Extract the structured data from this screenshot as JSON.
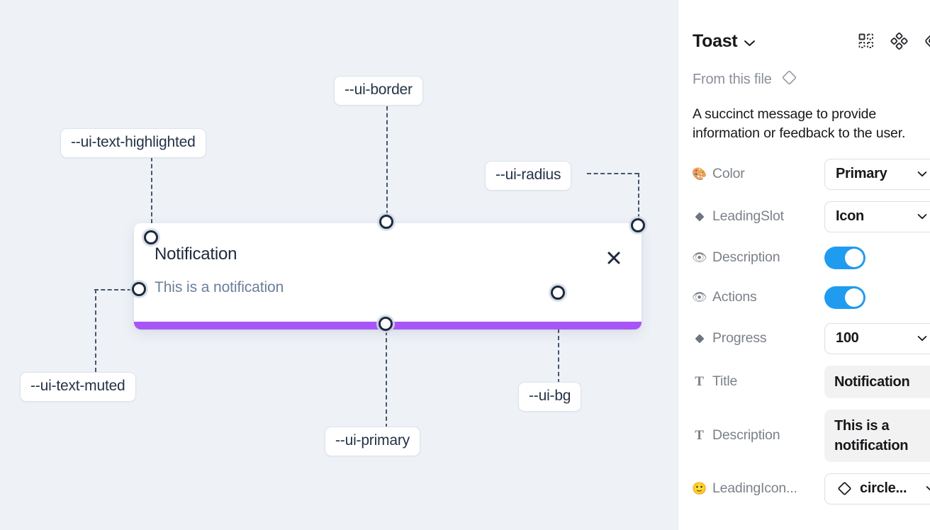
{
  "canvas": {
    "background_color": "#eef2f7",
    "toast": {
      "title": "Notification",
      "description": "This is a notification",
      "close_icon": "close-icon",
      "progress_color": "#a855f7",
      "background_color": "#ffffff"
    },
    "tokens": [
      {
        "id": "text-highlighted",
        "label": "--ui-text-highlighted"
      },
      {
        "id": "border",
        "label": "--ui-border"
      },
      {
        "id": "radius",
        "label": "--ui-radius"
      },
      {
        "id": "text-muted",
        "label": "--ui-text-muted"
      },
      {
        "id": "primary",
        "label": "--ui-primary"
      },
      {
        "id": "bg",
        "label": "--ui-bg"
      }
    ]
  },
  "panel": {
    "title": "Toast",
    "title_chevron_icon": "chevron-down-icon",
    "header_icons": [
      {
        "name": "component-grid-icon"
      },
      {
        "name": "variants-diamond-icon"
      },
      {
        "name": "reset-overrides-icon"
      }
    ],
    "from_this_file": {
      "label": "From this file",
      "icon": "diamond-icon"
    },
    "description": "A succinct message to provide information or feedback to the user.",
    "properties": [
      {
        "id": "color",
        "label": "Color",
        "icon": "palette-emoji",
        "icon_glyph": "🎨",
        "control": "select",
        "value": "Primary"
      },
      {
        "id": "leading-slot",
        "label": "LeadingSlot",
        "icon": "filled-diamond-icon",
        "control": "select",
        "value": "Icon"
      },
      {
        "id": "description",
        "label": "Description",
        "icon": "eye-emoji",
        "icon_glyph": "👁",
        "control": "toggle",
        "value": "on"
      },
      {
        "id": "actions",
        "label": "Actions",
        "icon": "eye-emoji",
        "icon_glyph": "👁",
        "control": "toggle",
        "value": "on"
      },
      {
        "id": "progress",
        "label": "Progress",
        "icon": "filled-diamond-icon",
        "control": "select",
        "value": "100"
      },
      {
        "id": "title",
        "label": "Title",
        "icon": "text-t-icon",
        "icon_glyph": "T",
        "control": "text",
        "value": "Notification"
      },
      {
        "id": "description-text",
        "label": "Description",
        "icon": "text-t-icon",
        "icon_glyph": "T",
        "control": "text",
        "value": "This is a notification"
      },
      {
        "id": "leading-icon",
        "label": "LeadingIcon...",
        "icon": "smiley-emoji",
        "icon_glyph": "🙂",
        "control": "icon-select",
        "value": "circle..."
      }
    ],
    "toggle_on_color": "#1f9cf0"
  }
}
